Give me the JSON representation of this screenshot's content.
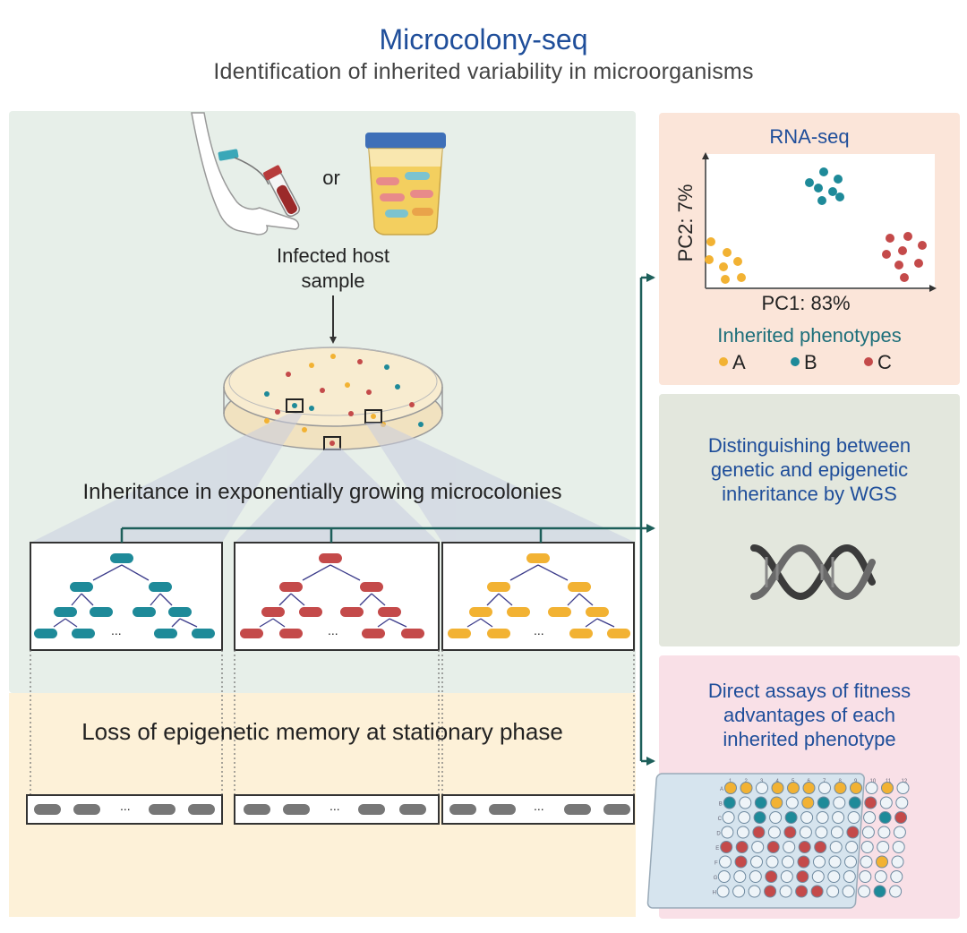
{
  "header": {
    "title": "Microcolony-seq",
    "subtitle": "Identification of inherited variability in microorganisms"
  },
  "sample": {
    "or_label": "or",
    "host_label_line1": "Infected host",
    "host_label_line2": "sample"
  },
  "stages": {
    "exponential_label": "Inheritance in exponentially growing microcolonies",
    "stationary_label": "Loss of epigenetic memory at stationary phase",
    "ellipsis": "..."
  },
  "rnaseq": {
    "title": "RNA-seq",
    "x_axis_label": "PC1: 83%",
    "y_axis_label": "PC2: 7%",
    "legend_title": "Inherited phenotypes",
    "legend": [
      {
        "label": "A",
        "color": "#f2b233"
      },
      {
        "label": "B",
        "color": "#1e8a99"
      },
      {
        "label": "C",
        "color": "#c44a4a"
      }
    ]
  },
  "wgs": {
    "line1": "Distinguishing between",
    "line2": "genetic and epigenetic",
    "line3": "inheritance by WGS",
    "icon": "dna-helix-icon"
  },
  "fitness": {
    "line1": "Direct assays of fitness",
    "line2": "advantages of each",
    "line3": "inherited phenotype",
    "plate_columns": [
      "1",
      "2",
      "3",
      "4",
      "5",
      "6",
      "7",
      "8",
      "9",
      "10",
      "11",
      "12"
    ],
    "plate_rows": [
      "A",
      "B",
      "C",
      "D",
      "E",
      "F",
      "G",
      "H"
    ]
  },
  "colors": {
    "phenotype_a": "#f2b233",
    "phenotype_b": "#1e8a99",
    "phenotype_c": "#c44a4a",
    "arrow": "#1d5f5a",
    "title_blue": "#1f4e9a"
  }
}
